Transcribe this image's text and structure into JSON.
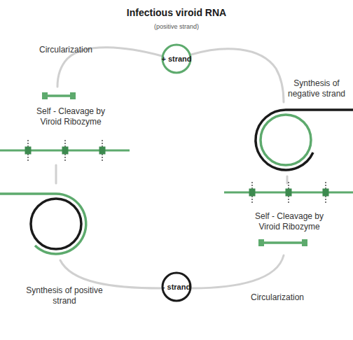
{
  "diagram": {
    "title": "Infectious viroid RNA",
    "nodes": [
      {
        "text": [
          "+ strand"
        ]
      },
      {
        "text": [
          "- strand"
        ]
      }
    ],
    "labels": [
      "(positive strand)",
      "Synthesis of negative strand",
      "Self - Cleavage by Viroid Ribozyme",
      "Circularization",
      "Synthesis of positive strand",
      "Self - Cleavage by Viroid Ribozyme",
      "Circularization"
    ]
  }
}
